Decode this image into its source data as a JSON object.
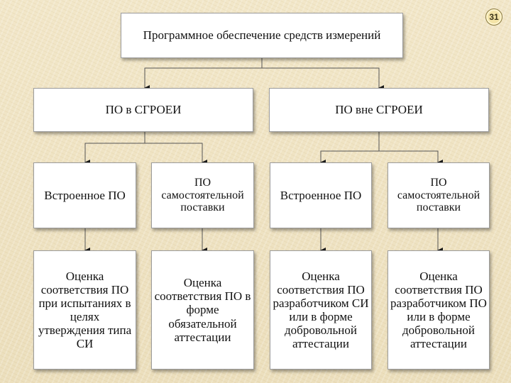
{
  "slide": {
    "page_number": "31"
  },
  "root": {
    "label": "Программное обеспечение средств измерений"
  },
  "branches": [
    {
      "label": "ПО в СГРОЕИ",
      "children": [
        {
          "label": "Встроенное ПО",
          "result": "Оценка соответствия ПО при испытаниях в целях утверждения типа СИ"
        },
        {
          "label": "ПО самостоятельной поставки",
          "result": "Оценка соответствия ПО в форме обязательной аттестации"
        }
      ]
    },
    {
      "label": "ПО вне СГРОЕИ",
      "children": [
        {
          "label": "Встроенное ПО",
          "result": "Оценка соответствия ПО разработчиком СИ или в форме добровольной аттестации"
        },
        {
          "label": "ПО самостоятельной поставки",
          "result": "Оценка соответствия ПО разработчиком ПО или в форме добровольной аттестации"
        }
      ]
    }
  ]
}
